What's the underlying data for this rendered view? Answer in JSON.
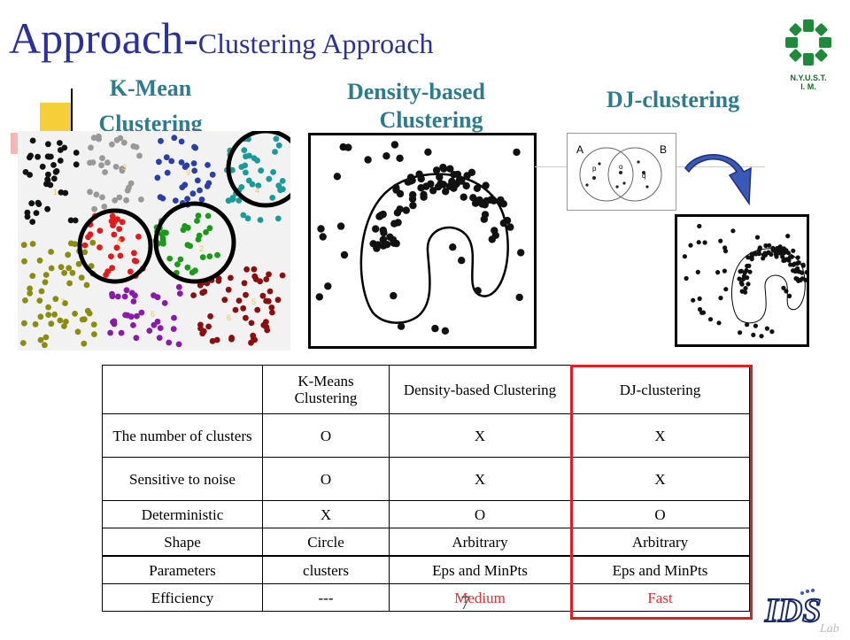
{
  "title": {
    "main": "Approach-",
    "sub": "Clustering Approach"
  },
  "logo": {
    "line1": "N.Y.U.S.T.",
    "line2": "I. M."
  },
  "headings": {
    "kmean_line1": "K-Mean",
    "kmean_line2": "Clustering",
    "density_line1": "Density-based",
    "density_line2": "Clustering",
    "dj": "DJ-clustering"
  },
  "kmeans_labels": [
    "1",
    "3",
    "7",
    "5",
    "9",
    "8",
    "2",
    "4",
    "6",
    "6"
  ],
  "venn": {
    "label_a": "A",
    "label_b": "B",
    "label_p": "p",
    "label_q": "q",
    "label_o": "o"
  },
  "table": {
    "header": [
      "",
      "K-Means Clustering",
      "Density-based Clustering",
      "DJ-clustering"
    ],
    "rows": [
      [
        "The number of clusters",
        "O",
        "X",
        "X"
      ],
      [
        "Sensitive to noise",
        "O",
        "X",
        "X"
      ],
      [
        "Deterministic",
        "X",
        "O",
        "O"
      ],
      [
        "Shape",
        "Circle",
        "Arbitrary",
        "Arbitrary"
      ],
      [
        "Parameters",
        "clusters",
        "Eps and MinPts",
        "Eps and MinPts"
      ],
      [
        "Efficiency",
        "---",
        "Medium",
        "Fast"
      ]
    ]
  },
  "page_number": "7",
  "ids_logo": {
    "text": "IDS",
    "suffix": "Lab"
  },
  "colors": {
    "title": "#2c3199",
    "heading": "#2d7b8e",
    "highlight": "#e02020",
    "accent": "#f5cf3a"
  }
}
